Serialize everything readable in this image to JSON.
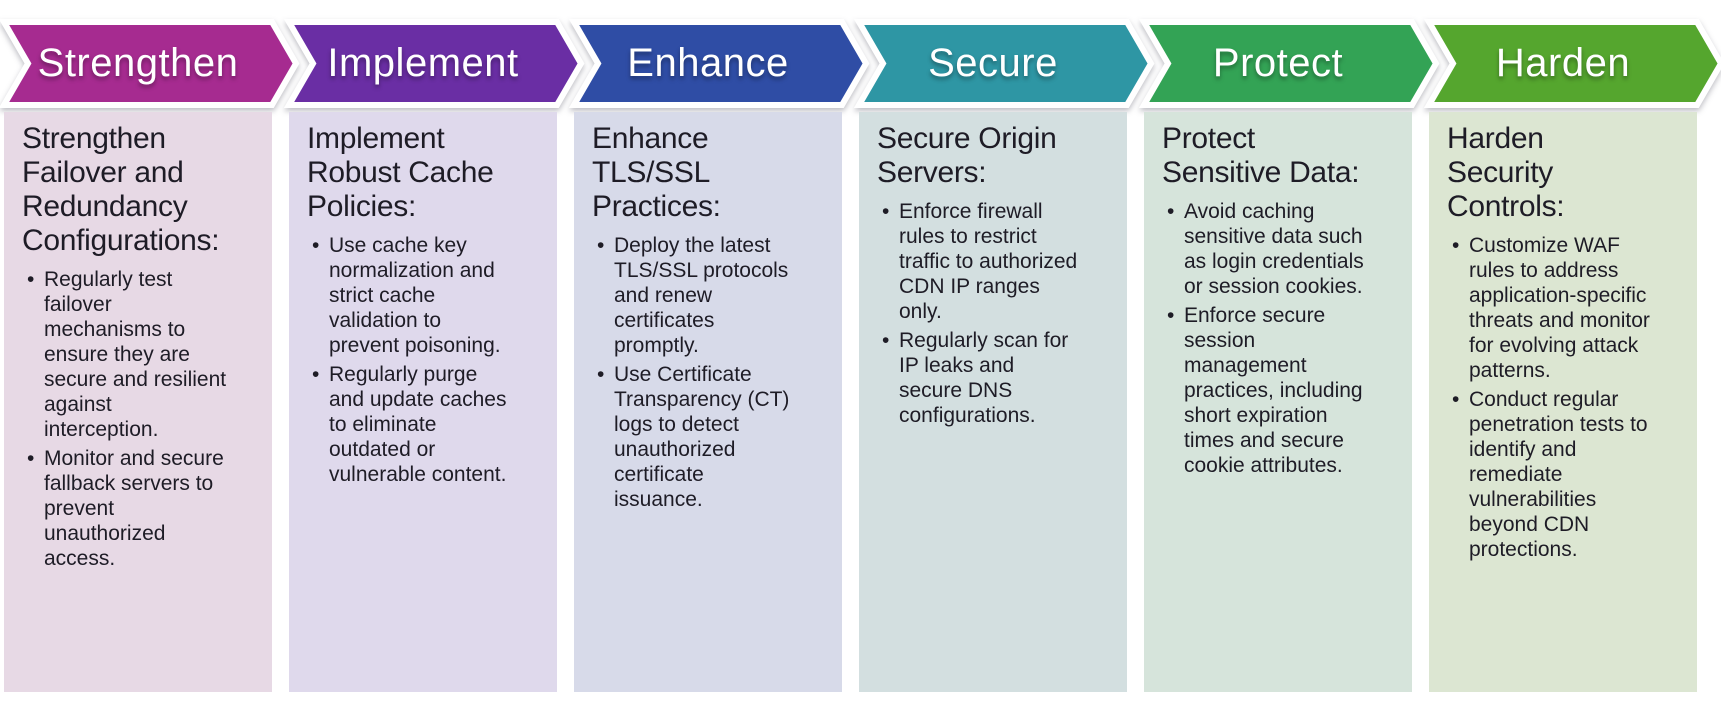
{
  "diagram": {
    "type": "process-chevron",
    "text_color": "#1E1C26",
    "label_text_color": "#FFFFFF",
    "steps": [
      {
        "label": "Strengthen",
        "arrow_color": "#A62B90",
        "panel_color": "#E7D9E5",
        "title": "Strengthen Failover and Redundancy Configurations:",
        "bullets": [
          "Regularly test failover mechanisms to ensure they are secure and resilient against interception.",
          "Monitor and secure fallback servers to prevent unauthorized access."
        ]
      },
      {
        "label": "Implement",
        "arrow_color": "#6A2EA4",
        "panel_color": "#DFD9EC",
        "title": "Implement Robust Cache Policies:",
        "bullets": [
          "Use cache key normalization and strict cache validation to prevent poisoning.",
          "Regularly purge and update caches to eliminate outdated or vulnerable content."
        ]
      },
      {
        "label": "Enhance",
        "arrow_color": "#2F4DA5",
        "panel_color": "#D7DAE9",
        "title": "Enhance TLS/SSL Practices:",
        "bullets": [
          "Deploy the latest TLS/SSL protocols and renew certificates promptly.",
          "Use Certificate Transparency (CT) logs to detect unauthorized certificate issuance."
        ]
      },
      {
        "label": "Secure",
        "arrow_color": "#2E96A4",
        "panel_color": "#D3DFE0",
        "title": "Secure Origin Servers:",
        "bullets": [
          "Enforce firewall rules to restrict traffic to authorized CDN IP ranges only.",
          "Regularly scan for IP leaks and secure DNS configurations."
        ]
      },
      {
        "label": "Protect",
        "arrow_color": "#33A355",
        "panel_color": "#D6E4DB",
        "title": "Protect Sensitive Data:",
        "bullets": [
          "Avoid caching sensitive data such as login credentials or session cookies.",
          "Enforce secure session management practices, including short expiration times and secure cookie attributes."
        ]
      },
      {
        "label": "Harden",
        "arrow_color": "#55A62E",
        "panel_color": "#DCE6D2",
        "title": "Harden Security Controls:",
        "bullets": [
          "Customize WAF rules to address application-specific threats and monitor for evolving attack patterns.",
          "Conduct regular penetration tests to identify and remediate vulnerabilities beyond CDN protections."
        ]
      }
    ]
  }
}
